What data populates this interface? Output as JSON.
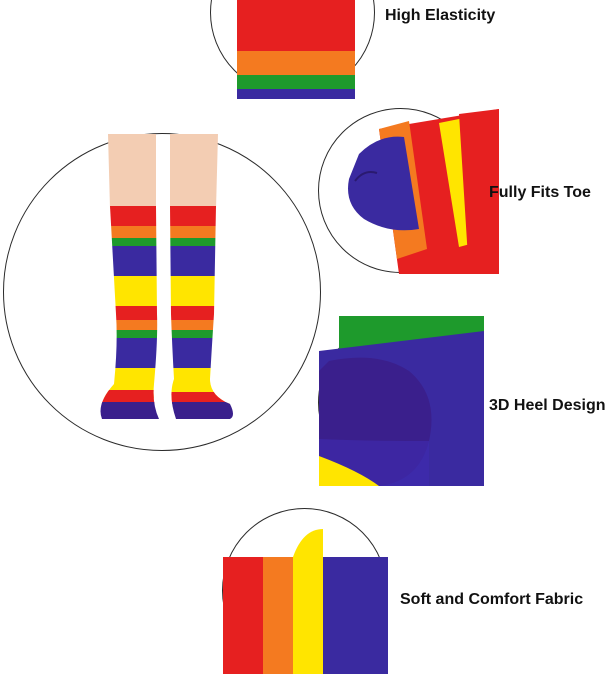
{
  "features": [
    {
      "label": "High Elasticity"
    },
    {
      "label": "Fully Fits Toe"
    },
    {
      "label": "3D Heel Design"
    },
    {
      "label": "Soft and Comfort Fabric"
    }
  ],
  "colors": {
    "red": "#e62020",
    "orange": "#f47a20",
    "yellow": "#ffe500",
    "green": "#1e9a2c",
    "blue": "#3a2aa0",
    "purple": "#3a1f8c",
    "skin": "#f3cdb3",
    "outline": "#2b2b2b"
  }
}
